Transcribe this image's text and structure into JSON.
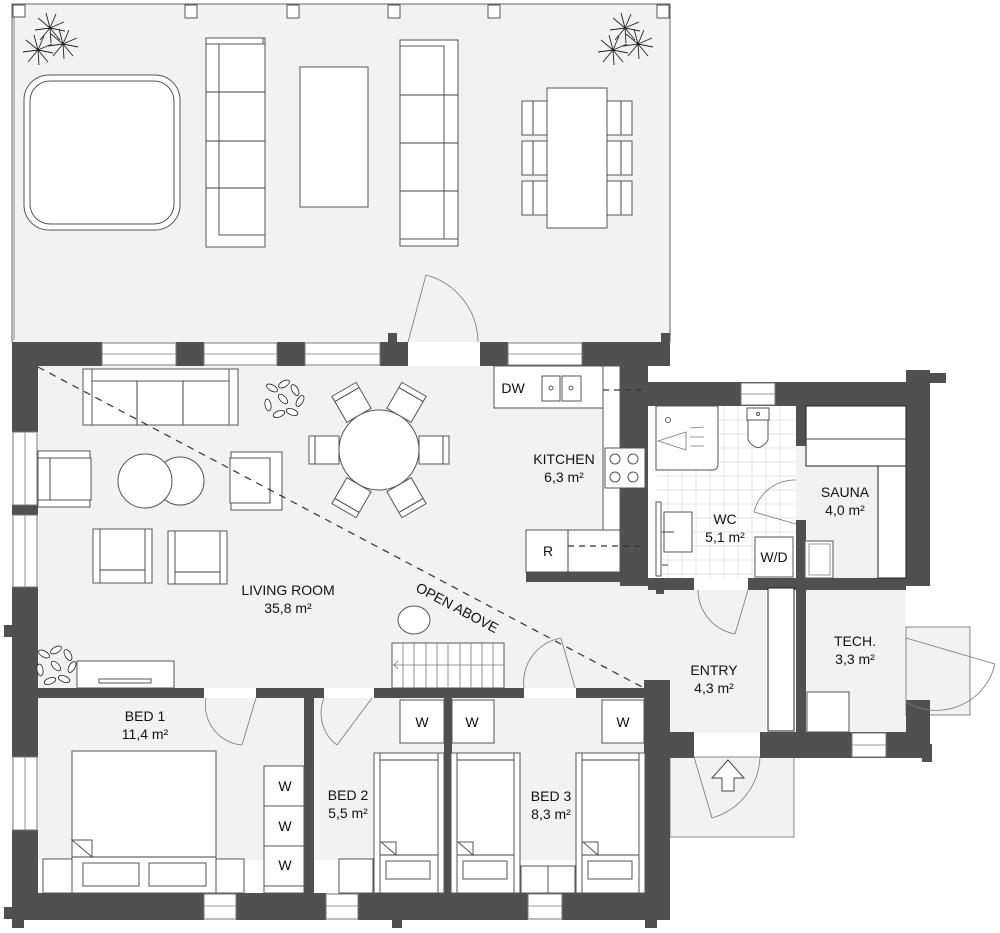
{
  "plan": {
    "rooms": {
      "living": {
        "name": "LIVING ROOM",
        "area": "35,8 m²"
      },
      "kitchen": {
        "name": "KITCHEN",
        "area": "6,3 m²"
      },
      "wc": {
        "name": "WC",
        "area": "5,1 m²"
      },
      "sauna": {
        "name": "SAUNA",
        "area": "4,0 m²"
      },
      "tech": {
        "name": "TECH.",
        "area": "3,3 m²"
      },
      "entry": {
        "name": "ENTRY",
        "area": "4,3 m²"
      },
      "bed1": {
        "name": "BED 1",
        "area": "11,4 m²"
      },
      "bed2": {
        "name": "BED 2",
        "area": "5,5 m²"
      },
      "bed3": {
        "name": "BED 3",
        "area": "8,3 m²"
      }
    },
    "annotations": {
      "open_above": "OPEN ABOVE"
    },
    "appliances": {
      "dishwasher": "DW",
      "refrigerator": "R",
      "washer_dryer": "W/D",
      "wardrobe": "W"
    }
  }
}
